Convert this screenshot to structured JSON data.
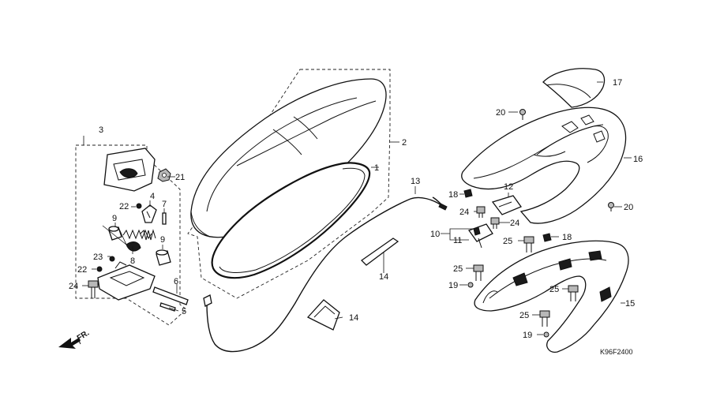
{
  "diagram": {
    "code": "K96F2400",
    "direction_label": "FR.",
    "callouts": {
      "c1": "1",
      "c2": "2",
      "c3": "3",
      "c4": "4",
      "c5": "5",
      "c6": "6",
      "c7": "7",
      "c8": "8",
      "c9a": "9",
      "c9b": "9",
      "c10": "10",
      "c11": "11",
      "c12": "12",
      "c13": "13",
      "c14a": "14",
      "c14b": "14",
      "c15": "15",
      "c16": "16",
      "c17": "17",
      "c18a": "18",
      "c18b": "18",
      "c19a": "19",
      "c19b": "19",
      "c20a": "20",
      "c20b": "20",
      "c21": "21",
      "c22a": "22",
      "c22b": "22",
      "c23": "23",
      "c24a": "24",
      "c24b": "24",
      "c24c": "24",
      "c25a": "25",
      "c25b": "25",
      "c25c": "25",
      "c25d": "25"
    }
  }
}
